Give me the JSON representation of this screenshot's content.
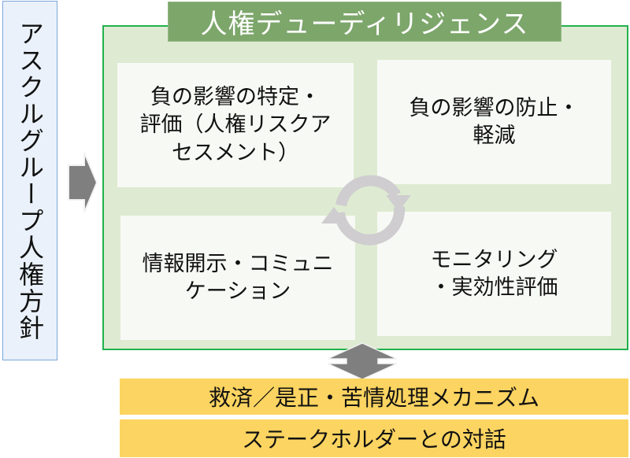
{
  "policy": {
    "label": "アスクルグループ人権方針"
  },
  "due_diligence": {
    "title": "人権デューディリジェンス",
    "steps": [
      {
        "label_line1": "負の影響の特定・",
        "label_line2": "評価（人権リスクア",
        "label_line3": "セスメント）"
      },
      {
        "label_line1": "負の影響の防止・",
        "label_line2": "軽減"
      },
      {
        "label_line1": "情報開示・コミュニ",
        "label_line2": "ケーション"
      },
      {
        "label_line1": "モニタリング",
        "label_line2": "・実効性評価"
      }
    ]
  },
  "bottom": [
    {
      "label": "救済／是正・苦情処理メカニズム"
    },
    {
      "label": "ステークホルダーとの対話"
    }
  ],
  "colors": {
    "frame_bg": "#deebd2",
    "frame_border": "#22b14c",
    "title_bg": "#7da66b",
    "box_bg": "#f7f9f4",
    "bar_bg": "#fcd461",
    "policy_bg": "#eaf1fa",
    "arrow": "#7f7f7f",
    "cycle": "#cfcdd0"
  }
}
